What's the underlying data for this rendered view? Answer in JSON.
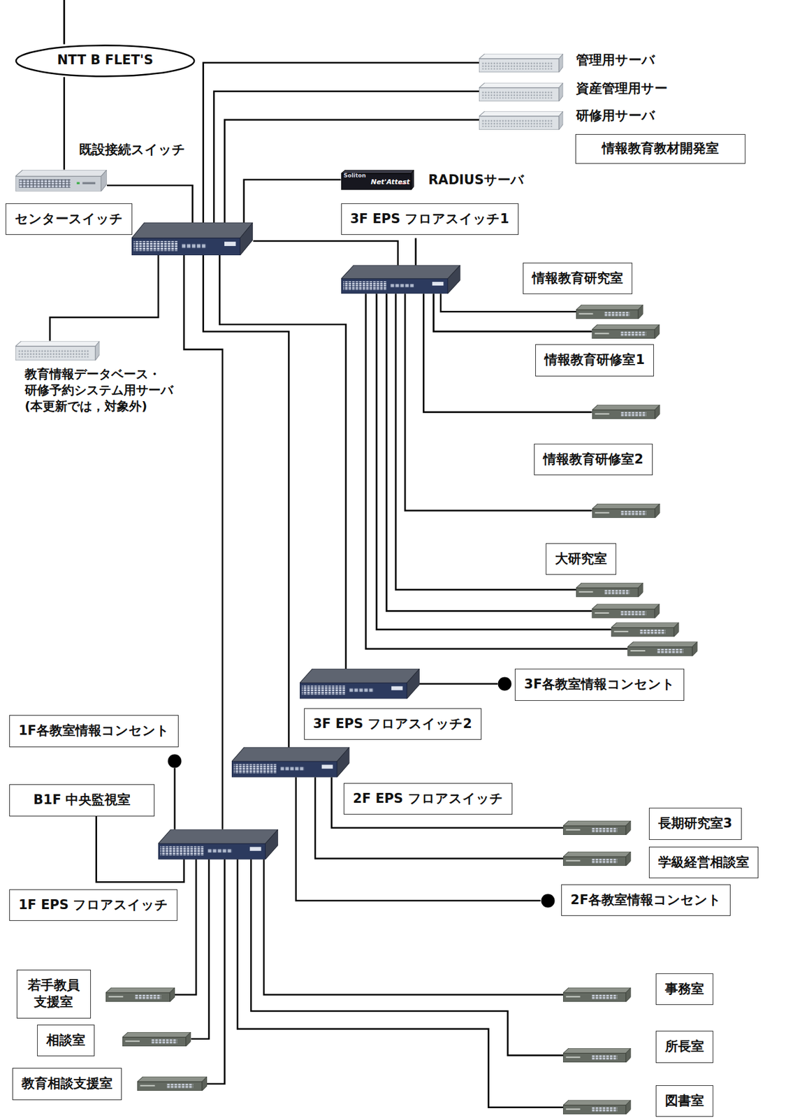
{
  "diagram": {
    "nodes": [
      {
        "text": [
          "NTT B FLET'S"
        ]
      },
      {
        "text": [
          "既設接続スイッチ"
        ]
      },
      {
        "text": [
          "センタースイッチ"
        ]
      },
      {
        "text": [
          "管理用サーバ"
        ]
      },
      {
        "text": [
          "資産管理用サー"
        ]
      },
      {
        "text": [
          "研修用サーバ"
        ]
      },
      {
        "text": [
          "情報教育教材開発室"
        ]
      },
      {
        "text": [
          "RADIUSサーバ"
        ]
      },
      {
        "text": [
          "教育情報データベース・ 研修予約システム用サーバ",
          "(本更新では，対象外)"
        ]
      },
      {
        "text": [
          "3F EPS フロアスイッチ1"
        ]
      },
      {
        "text": [
          "情報教育研究室"
        ]
      },
      {
        "text": [
          "情報教育研修室1"
        ]
      },
      {
        "text": [
          "情報教育研修室2"
        ]
      },
      {
        "text": [
          "大研究室"
        ]
      },
      {
        "text": [
          "3F EPS フロアスイッチ2"
        ]
      },
      {
        "text": [
          "3F各教室情報コンセント"
        ]
      },
      {
        "text": [
          "2F EPS フロアスイッチ"
        ]
      },
      {
        "text": [
          "長期研究室3"
        ]
      },
      {
        "text": [
          "学級経営相談室"
        ]
      },
      {
        "text": [
          "2F各教室情報コンセント"
        ]
      },
      {
        "text": [
          "1F EPS フロアスイッチ"
        ]
      },
      {
        "text": [
          "1F各教室情報コンセント"
        ]
      },
      {
        "text": [
          "B1F 中央監視室"
        ]
      },
      {
        "text": [
          "若手教員 支援室"
        ]
      },
      {
        "text": [
          "相談室"
        ]
      },
      {
        "text": [
          "教育相談支援室"
        ]
      },
      {
        "text": [
          "事務室"
        ]
      },
      {
        "text": [
          "所長室"
        ]
      },
      {
        "text": [
          "図書室"
        ]
      }
    ],
    "edges": [
      {
        "from": 0,
        "to": 1,
        "arrow": "none"
      },
      {
        "from": 1,
        "to": 2,
        "arrow": "none"
      },
      {
        "from": 2,
        "to": 3,
        "arrow": "none"
      },
      {
        "from": 2,
        "to": 4,
        "arrow": "none"
      },
      {
        "from": 2,
        "to": 5,
        "arrow": "none"
      },
      {
        "from": 2,
        "to": 7,
        "arrow": "none"
      },
      {
        "from": 2,
        "to": 8,
        "arrow": "none"
      },
      {
        "from": 2,
        "to": 9,
        "arrow": "none"
      },
      {
        "from": 2,
        "to": 14,
        "arrow": "none"
      },
      {
        "from": 2,
        "to": 16,
        "arrow": "none"
      },
      {
        "from": 2,
        "to": 20,
        "arrow": "none"
      },
      {
        "from": 9,
        "to": 10,
        "arrow": "none"
      },
      {
        "from": 9,
        "to": 11,
        "arrow": "none"
      },
      {
        "from": 9,
        "to": 12,
        "arrow": "none"
      },
      {
        "from": 9,
        "to": 13,
        "arrow": "none"
      },
      {
        "from": 14,
        "to": 15,
        "arrow": "none"
      },
      {
        "from": 16,
        "to": 17,
        "arrow": "none"
      },
      {
        "from": 16,
        "to": 18,
        "arrow": "none"
      },
      {
        "from": 16,
        "to": 19,
        "arrow": "none"
      },
      {
        "from": 20,
        "to": 21,
        "arrow": "none"
      },
      {
        "from": 20,
        "to": 22,
        "arrow": "none"
      },
      {
        "from": 20,
        "to": 23,
        "arrow": "none"
      },
      {
        "from": 20,
        "to": 24,
        "arrow": "none"
      },
      {
        "from": 20,
        "to": 25,
        "arrow": "none"
      },
      {
        "from": 20,
        "to": 26,
        "arrow": "none"
      },
      {
        "from": 20,
        "to": 27,
        "arrow": "none"
      },
      {
        "from": 20,
        "to": 28,
        "arrow": "none"
      }
    ],
    "labels": [
      "Soliton",
      "Net'Attest"
    ]
  }
}
